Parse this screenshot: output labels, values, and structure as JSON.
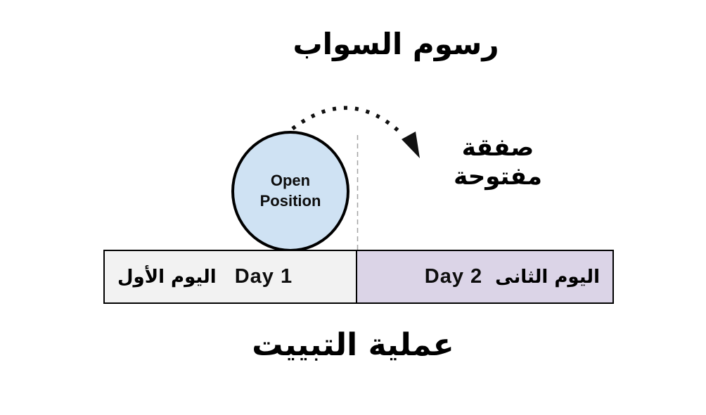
{
  "title": "رسوم السواب",
  "open_position_circle": {
    "line1": "Open",
    "line2": "Position"
  },
  "arrow_label": "صفقة مفتوحة",
  "timeline": {
    "day1": {
      "label_ar": "اليوم الأول",
      "label_en": "Day 1"
    },
    "day2": {
      "label_en": "Day 2",
      "label_ar": "اليوم الثانى"
    }
  },
  "footer": "عملية التبييت",
  "colors": {
    "circle_fill": "#cfe2f3",
    "day1_fill": "#f2f2f2",
    "day2_fill": "#dbd4e7",
    "line": "#111111",
    "dashed_guide": "#a3a3a3"
  }
}
